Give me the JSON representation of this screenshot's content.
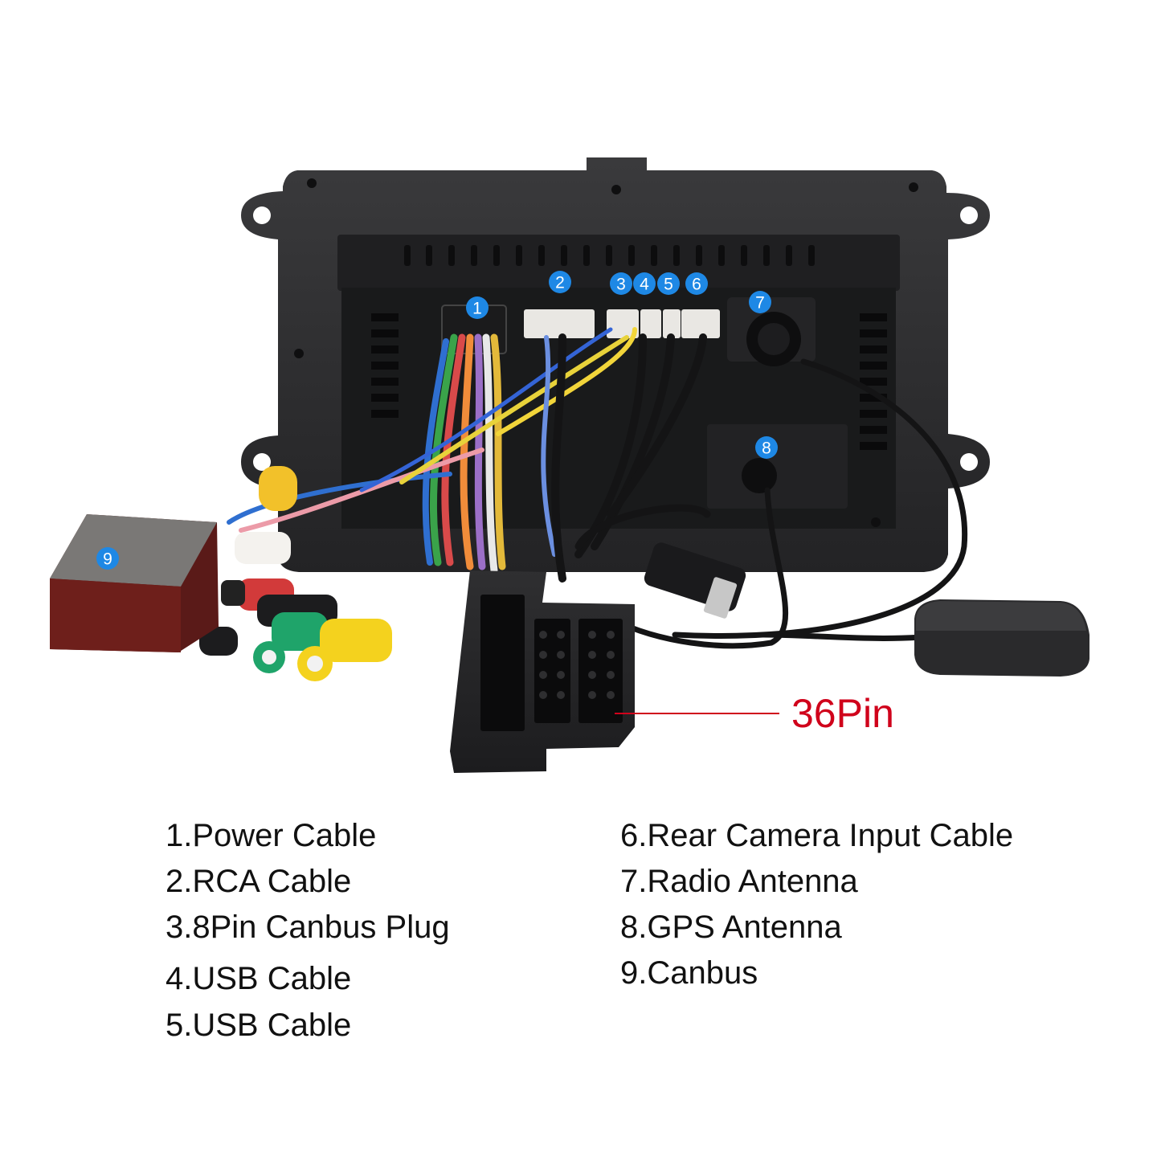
{
  "colors": {
    "marker": "#1e88e5",
    "callout": "#d0021b",
    "text": "#111111",
    "head_unit": "#2b2b2d"
  },
  "markers": [
    "1",
    "2",
    "3",
    "4",
    "5",
    "6",
    "7",
    "8",
    "9"
  ],
  "callout": {
    "label": "36Pin"
  },
  "legend": {
    "left": [
      "1.Power Cable",
      "2.RCA Cable",
      "3.8Pin Canbus Plug",
      "4.USB Cable",
      "5.USB Cable"
    ],
    "right": [
      "6.Rear Camera Input Cable",
      "7.Radio Antenna",
      "8.GPS Antenna",
      "9.Canbus"
    ]
  }
}
